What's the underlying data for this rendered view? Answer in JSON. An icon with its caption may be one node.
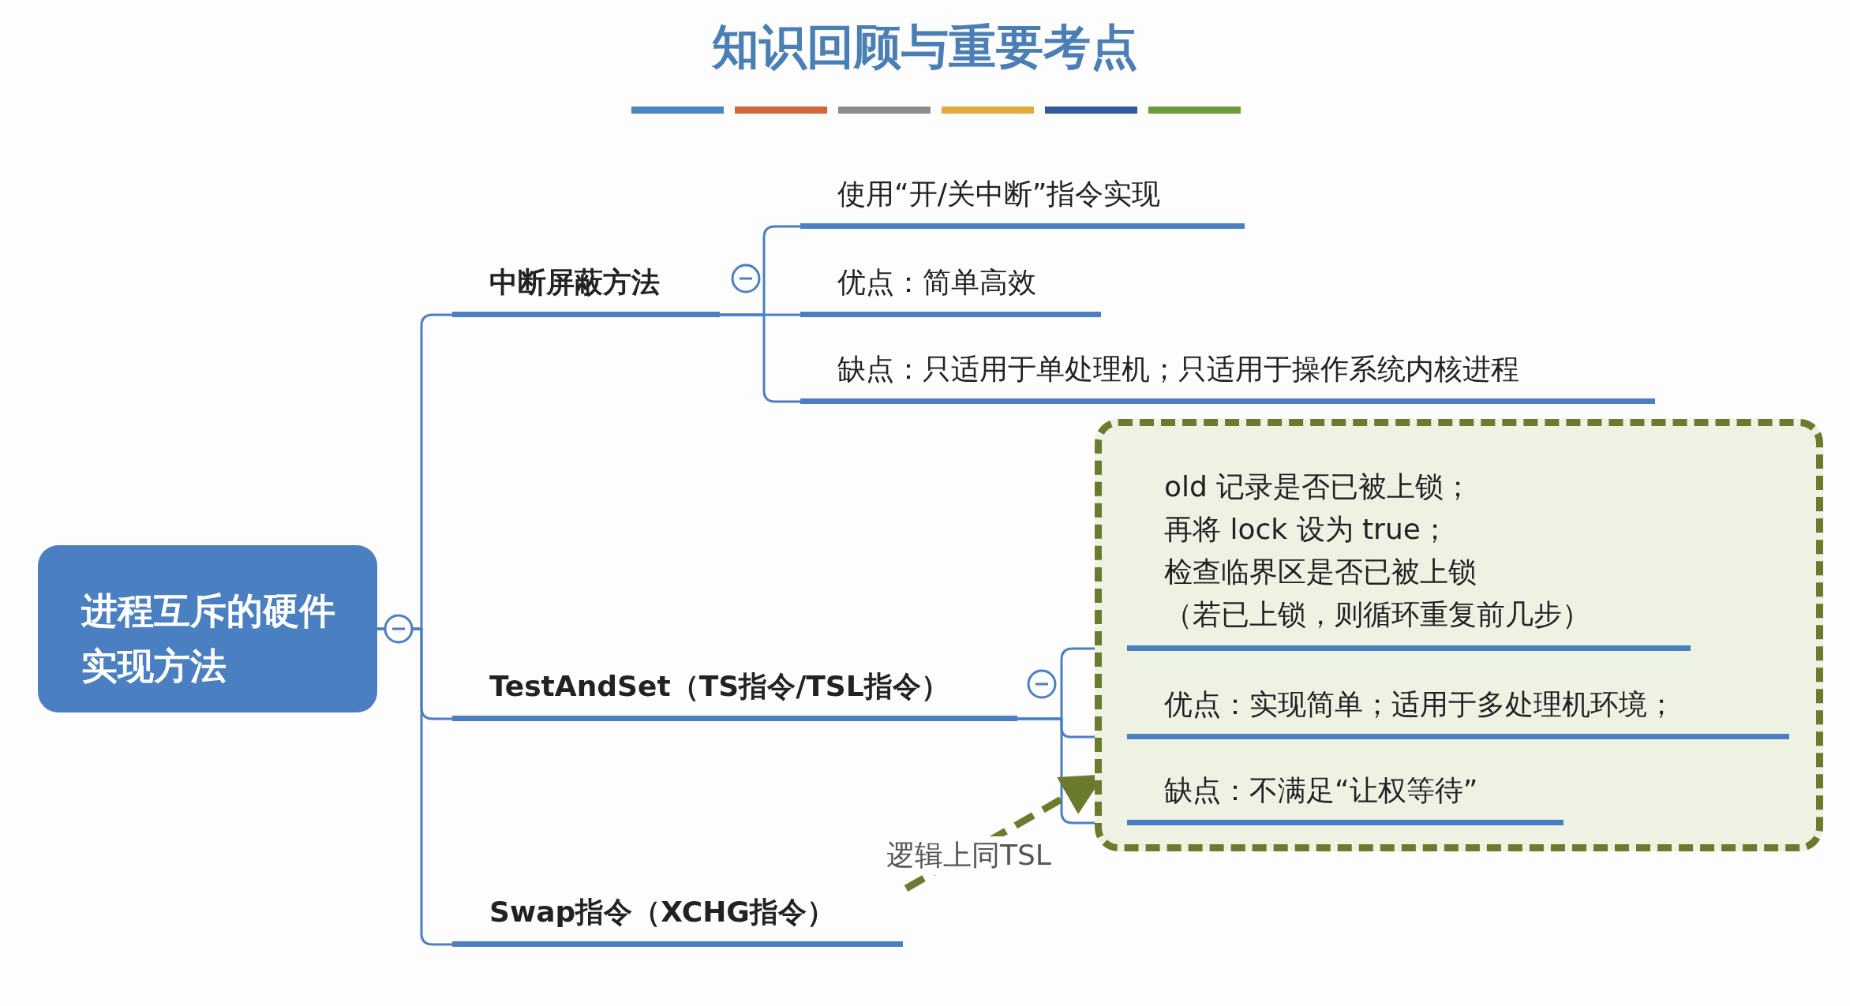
{
  "diagram": {
    "title": "知识回顾与重要考点",
    "nodes": [
      {
        "text": [
          "进程互斥的硬件实现方法"
        ]
      },
      {
        "text": [
          "中断屏蔽方法"
        ]
      },
      {
        "text": [
          "使用“开/关中断”指令实现"
        ]
      },
      {
        "text": [
          "优点：简单高效"
        ]
      },
      {
        "text": [
          "缺点：只适用于单处理机；只适用于操作系统内核进程"
        ]
      },
      {
        "text": [
          "TestAndSet（TS指令/TSL指令）"
        ]
      },
      {
        "text": [],
        "shape": "box"
      },
      {
        "text": [
          "old 记录是否已被上锁；",
          "再将 lock 设为 true；",
          "检查临界区是否已被上锁（若已上锁，则循环重复前几步）"
        ],
        "in": 6
      },
      {
        "text": [
          "优点：实现简单；适用于多处理机环境；"
        ],
        "in": 6
      },
      {
        "text": [
          "缺点：不满足“让权等待”"
        ],
        "in": 6
      },
      {
        "text": [
          "Swap指令（XCHG指令）"
        ]
      }
    ],
    "edges": [
      {
        "from": 0,
        "to": 1,
        "arrow": "none"
      },
      {
        "from": 0,
        "to": 5,
        "arrow": "none"
      },
      {
        "from": 0,
        "to": 10,
        "arrow": "none"
      },
      {
        "from": 1,
        "to": 2,
        "arrow": "none"
      },
      {
        "from": 1,
        "to": 3,
        "arrow": "none"
      },
      {
        "from": 1,
        "to": 4,
        "arrow": "none"
      },
      {
        "from": 5,
        "to": 7,
        "arrow": "none"
      },
      {
        "from": 5,
        "to": 8,
        "arrow": "none"
      },
      {
        "from": 5,
        "to": 9,
        "arrow": "none"
      },
      {
        "from": 10,
        "to": 6,
        "arrow": "to",
        "label": "逻辑上同TSL",
        "style": "dashed",
        "color": "#6b7b2e"
      }
    ]
  }
}
